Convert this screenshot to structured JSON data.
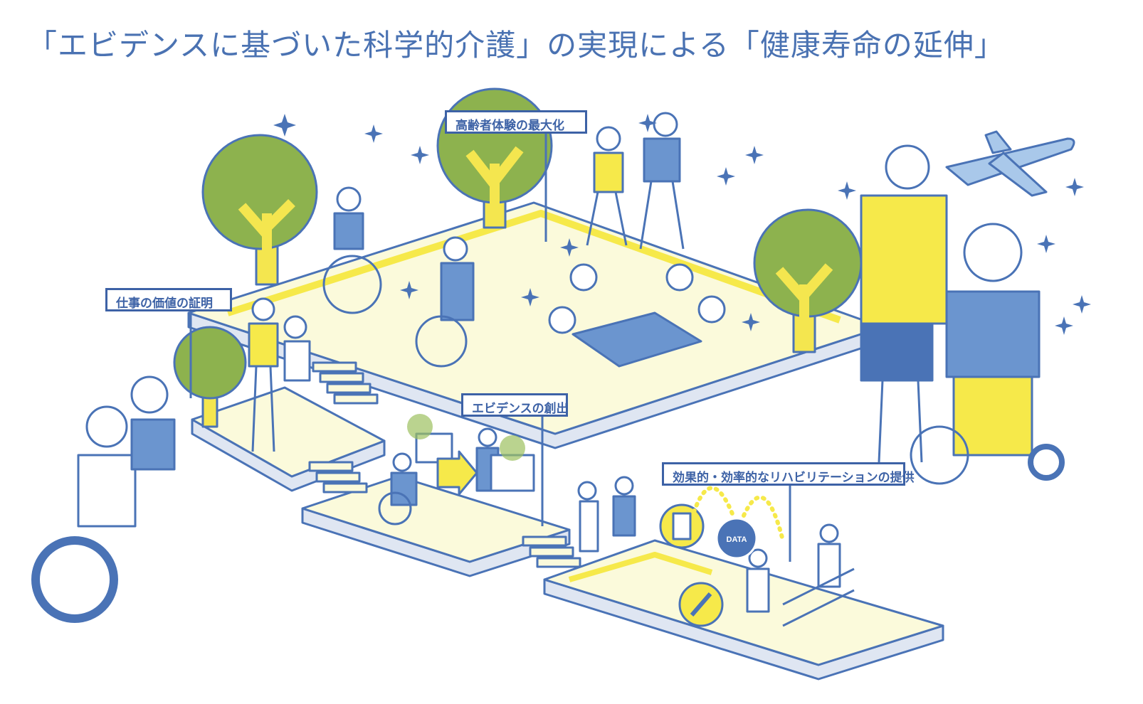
{
  "title": "「エビデンスに基づいた科学的介護」の実現による「健康寿命の延伸」",
  "labels": {
    "elderly_experience": "高齢者体験の最大化",
    "work_value": "仕事の価値の証明",
    "evidence_creation": "エビデンスの創出",
    "rehab": "効果的・効率的なリハビリテーションの提供"
  },
  "data_badge": "DATA",
  "colors": {
    "outline": "#4a73b6",
    "platform": "#fbfadb",
    "tree": "#8db24e",
    "trunk": "#f4e64f",
    "accent_yellow": "#f6e94a",
    "shirt_blue": "#6b95cf"
  }
}
